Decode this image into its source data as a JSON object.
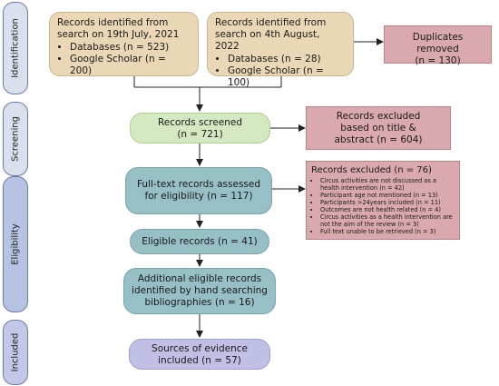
{
  "stages": {
    "identification": "Identification",
    "screening": "Screening",
    "eligibility": "Eligibility",
    "included": "Included"
  },
  "identification": {
    "box1": {
      "line1": "Records identified from",
      "line2": "search on 19th July, 2021",
      "items": [
        "Databases (n = 523)",
        "Google Scholar (n = 200)"
      ]
    },
    "box2": {
      "line1": "Records identified from",
      "line2": "search on 4th August, 2022",
      "items": [
        "Databases (n = 28)",
        "Google Scholar (n = 100)"
      ]
    },
    "duplicates": {
      "line1": "Duplicates removed",
      "line2": "(n = 130)"
    }
  },
  "screening": {
    "screened": {
      "line1": "Records screened",
      "line2": "(n = 721)"
    },
    "excluded": {
      "line1": "Records excluded",
      "line2": "based on title &",
      "line3": "abstract (n = 604)"
    }
  },
  "eligibility": {
    "fulltext": {
      "line1": "Full-text records assessed",
      "line2": "for eligibility (n = 117)"
    },
    "excluded": {
      "title": "Records excluded (n = 76)",
      "items": [
        "Circus activities are not discussed as a health intervention (n = 42)",
        "Participant age not mentioned (n = 13)",
        "Participants >24years included (n = 11)",
        "Outcomes are not health related (n = 4)",
        "Circus activities as a health intervention are not the aim of the review (n = 3)",
        "Full text unable to be retrieved (n = 3)"
      ]
    },
    "eligible": {
      "line1": "Eligible records (n = 41)"
    },
    "additional": {
      "line1": "Additional eligible records",
      "line2": "identified by hand searching",
      "line3": "bibliographies (n = 16)"
    }
  },
  "included": {
    "sources": {
      "line1": "Sources of evidence",
      "line2": "included (n = 57)"
    }
  }
}
